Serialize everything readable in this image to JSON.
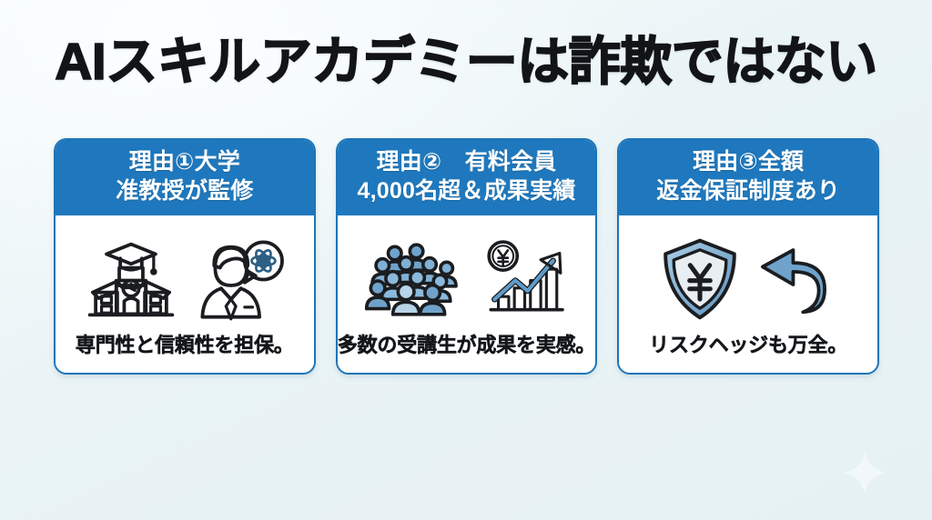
{
  "slide": {
    "title": "AIスキルアカデミーは詐欺ではない",
    "background_color": "#e9f3f5",
    "accent_color": "#1f78bd",
    "title_color": "#121417",
    "watermark": "sparkle-star"
  },
  "cards": [
    {
      "header": "理由①大学\n准教授が監修",
      "caption": "専門性と信頼性を担保。",
      "icons": [
        "school-building-graduation-cap-icon",
        "professor-atom-speech-bubble-icon"
      ]
    },
    {
      "header": "理由②　有料会員\n4,000名超＆成果実績",
      "caption": "多数の受講生が成果を実感。",
      "icons": [
        "crowd-of-people-icon",
        "yen-coin-growth-bar-chart-icon"
      ]
    },
    {
      "header": "理由③全額\n返金保証制度あり",
      "caption": "リスクヘッジも万全。",
      "icons": [
        "shield-yen-guarantee-icon",
        "refund-return-arrow-icon"
      ]
    }
  ]
}
